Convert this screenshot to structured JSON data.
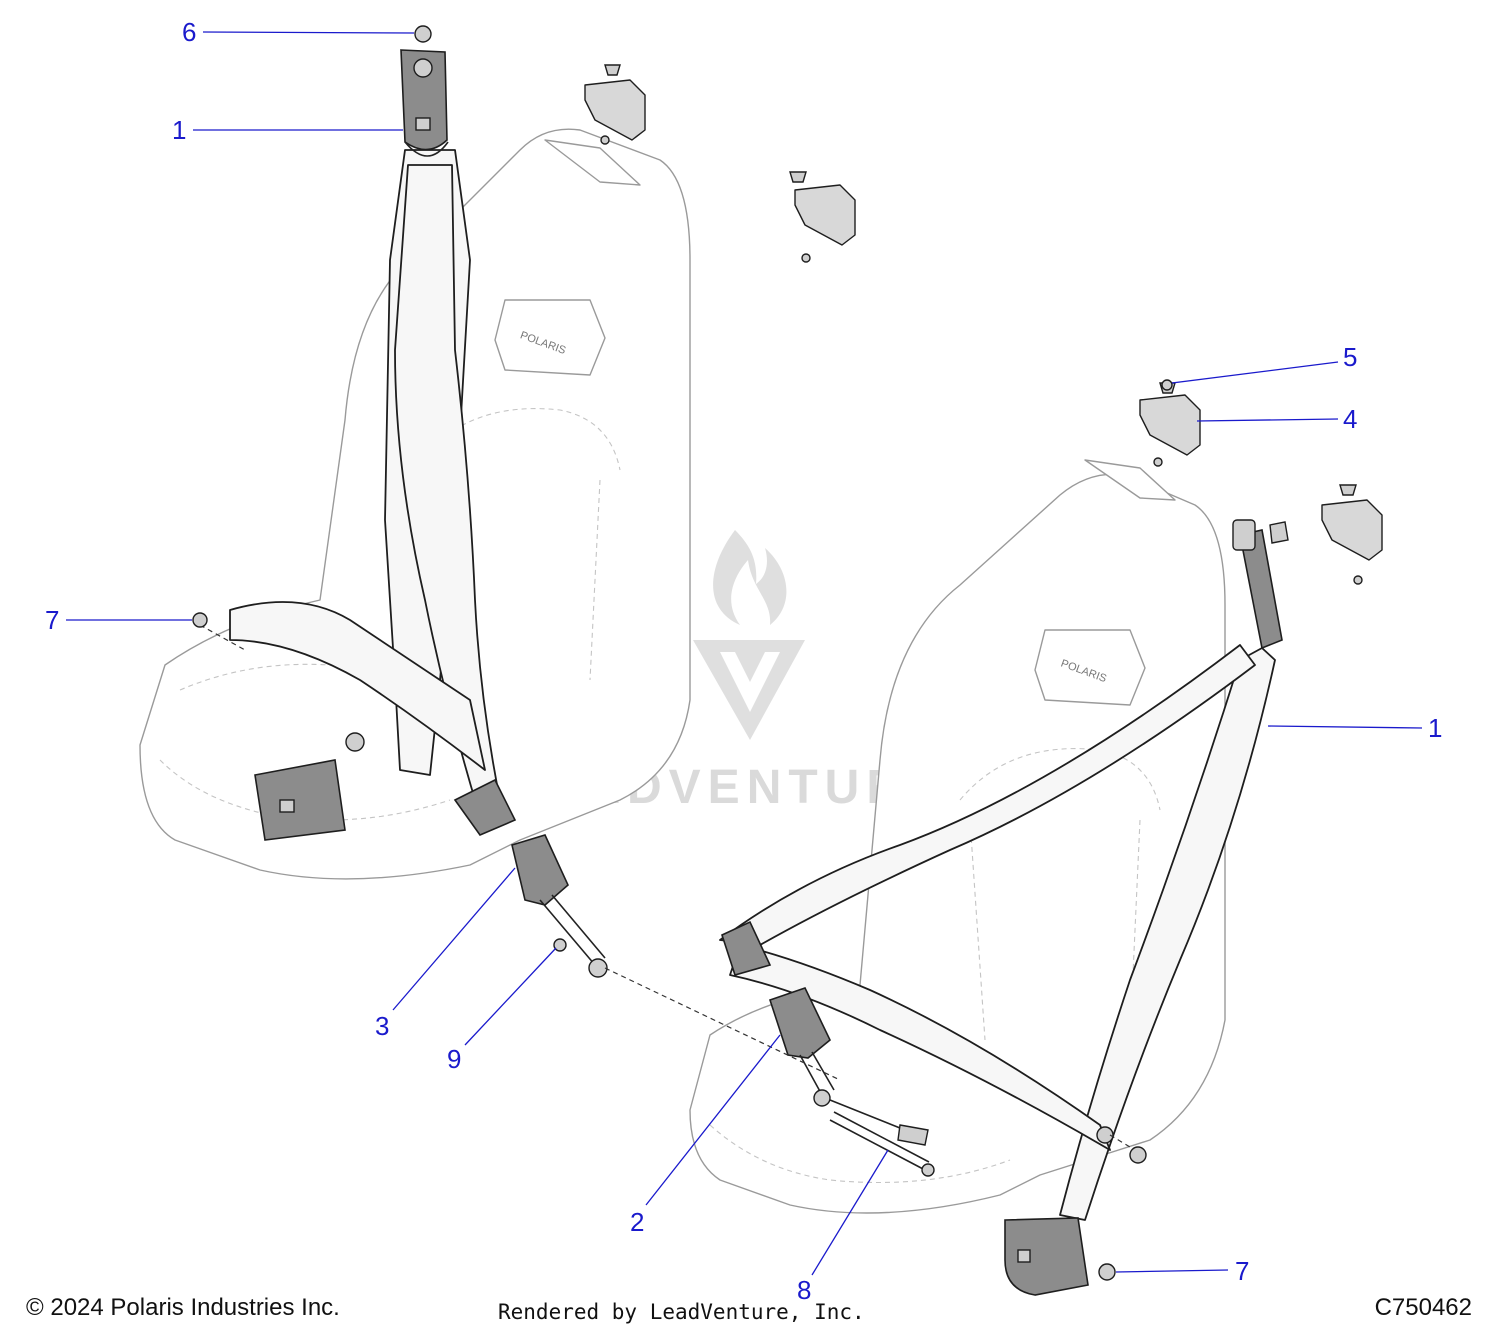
{
  "callouts": [
    {
      "id": "c6",
      "label": "6"
    },
    {
      "id": "c1a",
      "label": "1"
    },
    {
      "id": "c7a",
      "label": "7"
    },
    {
      "id": "c3",
      "label": "3"
    },
    {
      "id": "c9",
      "label": "9"
    },
    {
      "id": "c5",
      "label": "5"
    },
    {
      "id": "c4",
      "label": "4"
    },
    {
      "id": "c1b",
      "label": "1"
    },
    {
      "id": "c2",
      "label": "2"
    },
    {
      "id": "c8",
      "label": "8"
    },
    {
      "id": "c7b",
      "label": "7"
    }
  ],
  "watermark": {
    "text": "LEADVENTURE"
  },
  "seat_logo_text": "POLARIS",
  "footer": {
    "copyright": "© 2024 Polaris Industries Inc.",
    "rendered_by": "Rendered by LeadVenture, Inc.",
    "drawing_id": "C750462"
  }
}
